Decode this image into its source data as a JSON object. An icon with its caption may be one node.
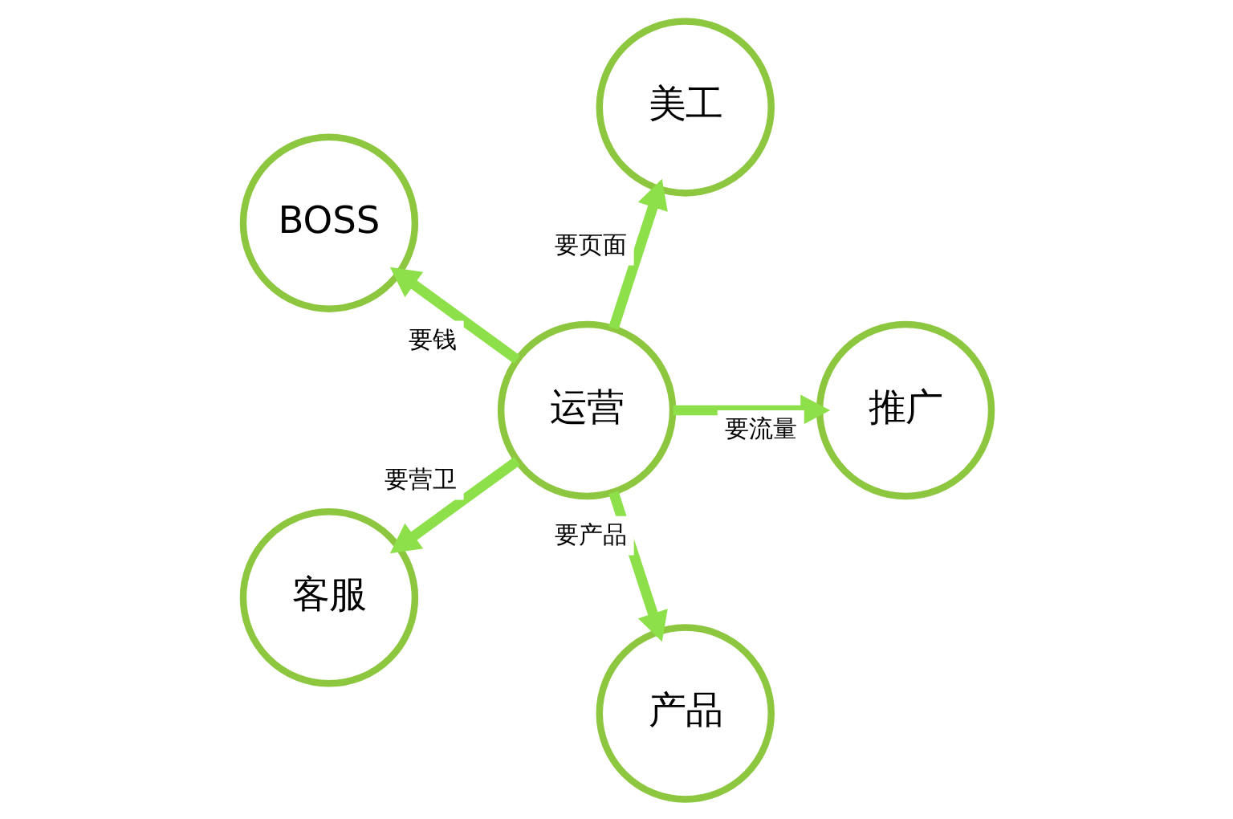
{
  "diagram": {
    "nodes": [
      {
        "text": [
          "运营"
        ]
      },
      {
        "text": [
          "推广"
        ]
      },
      {
        "text": [
          "美工"
        ]
      },
      {
        "text": [
          "BOSS"
        ]
      },
      {
        "text": [
          "客服"
        ]
      },
      {
        "text": [
          "产品"
        ]
      }
    ],
    "edges": [
      {
        "from": 0,
        "to": 1,
        "arrow": "to",
        "label": "要流量"
      },
      {
        "from": 0,
        "to": 2,
        "arrow": "to",
        "label": "要页面"
      },
      {
        "from": 0,
        "to": 3,
        "arrow": "to",
        "label": "要钱"
      },
      {
        "from": 0,
        "to": 4,
        "arrow": "to",
        "label": "要营卫"
      },
      {
        "from": 0,
        "to": 5,
        "arrow": "to",
        "label": "要产品"
      }
    ]
  }
}
